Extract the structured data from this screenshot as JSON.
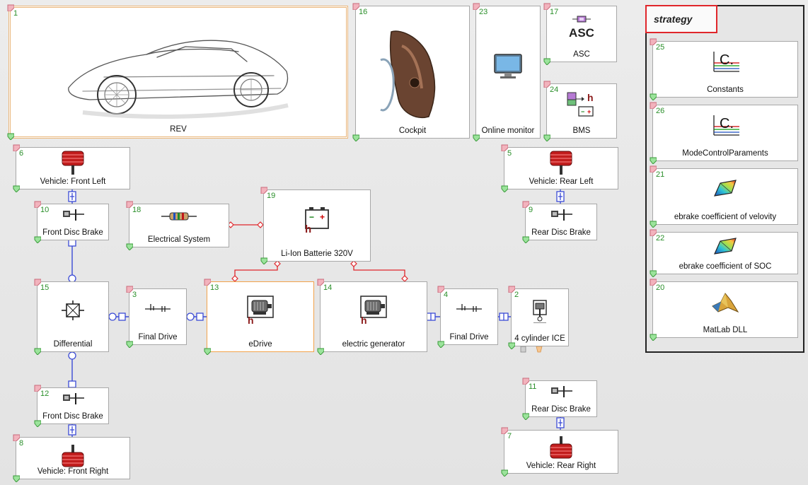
{
  "strategy": {
    "title": "strategy"
  },
  "blocks": {
    "rev": {
      "num": "1",
      "label": "REV"
    },
    "cockpit": {
      "num": "16",
      "label": "Cockpit"
    },
    "online_monitor": {
      "num": "23",
      "label": "Online monitor"
    },
    "asc": {
      "num": "17",
      "label": "ASC",
      "icon_text": "ASC"
    },
    "bms": {
      "num": "24",
      "label": "BMS"
    },
    "vehicle_front_left": {
      "num": "6",
      "label": "Vehicle: Front Left"
    },
    "front_disc_brake_10": {
      "num": "10",
      "label": "Front Disc Brake"
    },
    "electrical_system": {
      "num": "18",
      "label": "Electrical System"
    },
    "li_ion_batterie": {
      "num": "19",
      "label": "Li-Ion Batterie 320V"
    },
    "vehicle_rear_left": {
      "num": "5",
      "label": "Vehicle: Rear Left"
    },
    "rear_disc_brake_9": {
      "num": "9",
      "label": "Rear Disc Brake"
    },
    "differential": {
      "num": "15",
      "label": "Differential"
    },
    "final_drive_3": {
      "num": "3",
      "label": "Final Drive"
    },
    "edrive": {
      "num": "13",
      "label": "eDrive"
    },
    "electric_generator": {
      "num": "14",
      "label": "electric generator"
    },
    "final_drive_4": {
      "num": "4",
      "label": "Final Drive"
    },
    "cylinder_ice": {
      "num": "2",
      "label": "4 cylinder ICE"
    },
    "front_disc_brake_12": {
      "num": "12",
      "label": "Front Disc Brake"
    },
    "vehicle_front_right": {
      "num": "8",
      "label": "Vehicle: Front Right"
    },
    "rear_disc_brake_11": {
      "num": "11",
      "label": "Rear Disc Brake"
    },
    "vehicle_rear_right": {
      "num": "7",
      "label": "Vehicle: Rear Right"
    },
    "constants": {
      "num": "25",
      "label": "Constants",
      "icon_text": "C."
    },
    "mode_control": {
      "num": "26",
      "label": "ModeControlParaments",
      "icon_text": "C."
    },
    "ebrake_velocity": {
      "num": "21",
      "label": "ebrake coefficient of velovity"
    },
    "ebrake_soc": {
      "num": "22",
      "label": "ebrake coefficient of SOC"
    },
    "matlab_dll": {
      "num": "20",
      "label": "MatLab DLL"
    }
  },
  "colors": {
    "mechanical_wire": "#3b4bd6",
    "electrical_wire": "#e0262b",
    "number_text": "#2a8f2a",
    "selection_orange": "#f2a24a",
    "strategy_border": "#e0262b"
  }
}
